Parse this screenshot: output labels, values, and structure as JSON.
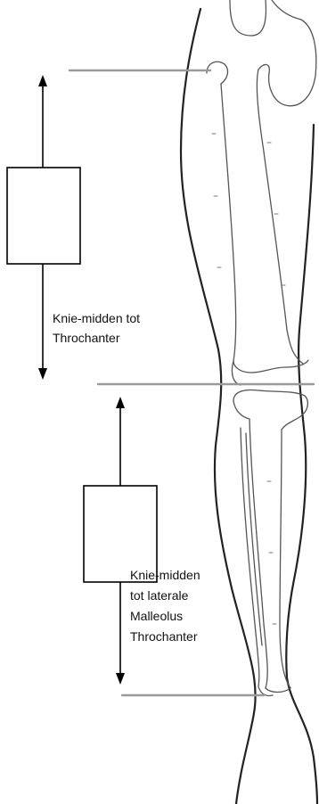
{
  "labels": {
    "upper": {
      "line1": "Knie-midden tot",
      "line2": "Throchanter"
    },
    "lower": {
      "line1": "Knie-midden",
      "line2": "tot laterale",
      "line3": "Malleolus",
      "line4": "Throchanter"
    }
  },
  "colors": {
    "outline": "#222222",
    "bone": "#555555",
    "guide_line": "#9a9a9a",
    "arrow": "#000000",
    "box_stroke": "#000000"
  }
}
